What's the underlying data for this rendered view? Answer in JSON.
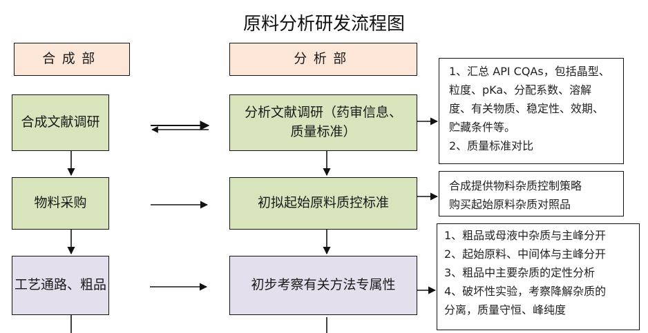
{
  "title": "原料分析研发流程图",
  "departments": {
    "synthesis": "合成部",
    "analysis": "分析部"
  },
  "synthesis_steps": [
    "合成文献调研",
    "物料采购",
    "工艺通路、粗品"
  ],
  "analysis_steps": [
    "分析文献调研（药审信息、质量标准）",
    "初拟起始原料质控标准",
    "初步考察有关方法专属性"
  ],
  "notes": [
    {
      "lines": [
        "1、汇总 API CQAs，包括晶型、",
        "粒度、pKa、分配系数、溶解",
        "度、有关物质、稳定性、效期、",
        "贮藏条件等。",
        "2、质量标准对比"
      ]
    },
    {
      "lines": [
        "合成提供物料杂质控制策略",
        "购买起始原料杂质对照品"
      ]
    },
    {
      "lines": [
        "1、粗品或母液中杂质与主峰分开",
        "2、起始原料、中间体与主峰分开",
        "3、粗品中主要杂质的定性分析",
        "4、破坏性实验，考察降解杂质的",
        "分离，质量守恒、峰纯度"
      ]
    }
  ],
  "colors": {
    "header_fill": "#fce6d8",
    "step_green": "#d7e4bc",
    "step_purple": "#e3dfec",
    "line": "#111111"
  }
}
